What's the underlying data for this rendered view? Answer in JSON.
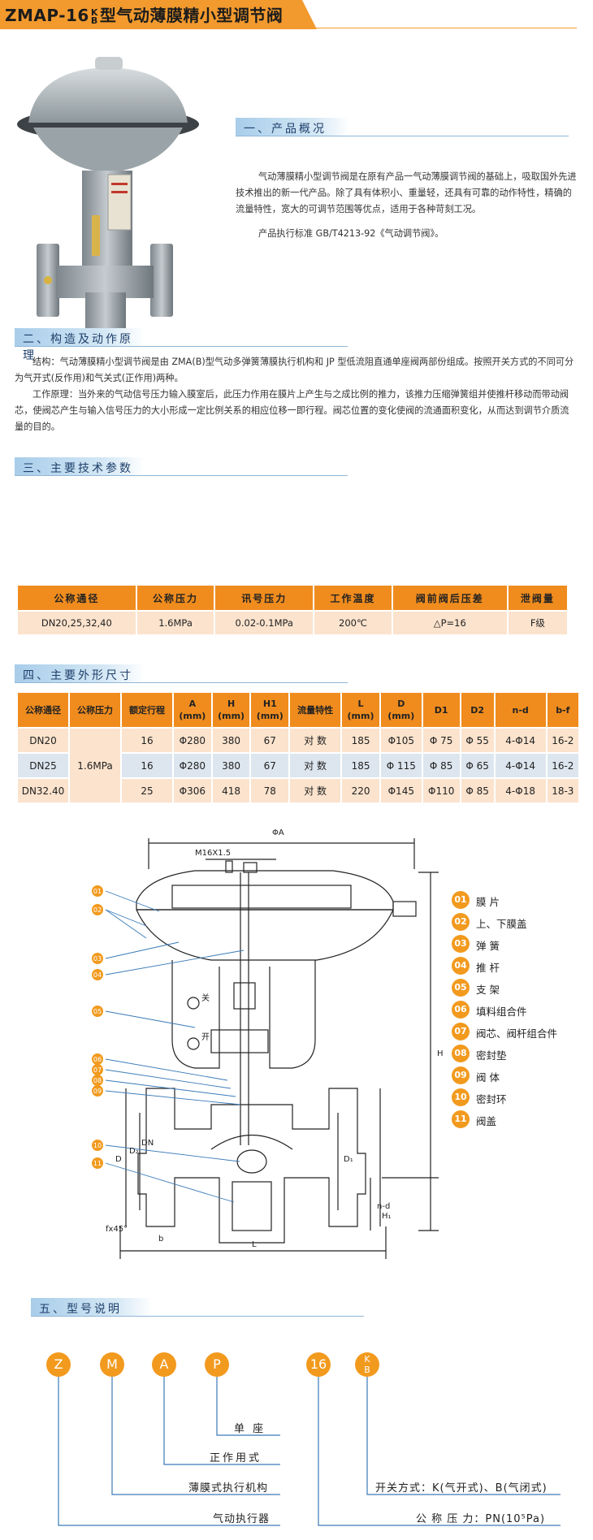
{
  "header": {
    "title_prefix": "ZMAP-16",
    "title_top": "K",
    "title_bottom": "B",
    "title_suffix": "型气动薄膜精小型调节阀"
  },
  "section1": {
    "title": "一、产品概况",
    "para1": "气动薄膜精小型调节阀是在原有产品一气动薄膜调节阀的基础上，吸取国外先进技术推出的新一代产品。除了具有体积小、重量轻，还具有可靠的动作特性，精确的流量特性，宽大的可调节范围等优点，适用于各种苛刻工况。",
    "para2": "产品执行标准 GB/T4213-92《气动调节阀》。"
  },
  "section2": {
    "title": "二、构造及动作原理",
    "para1": "结构：气动薄膜精小型调节阀是由 ZMA(B)型气动多弹簧薄膜执行机构和 JP 型低流阻直通单座阀两部份组成。按照开关方式的不同可分为气开式(反作用)和气关式(正作用)两种。",
    "para2": "工作原理：当外来的气动信号压力输入膜室后，此压力作用在膜片上产生与之成比例的推力，该推力压缩弹簧组并使推杆移动而带动阀芯，使阀芯产生与输入信号压力的大小形成一定比例关系的相应位移一即行程。阀芯位置的变化使阀的流通面积变化，从而达到调节介质流量的目的。"
  },
  "section3": {
    "title": "三、主要技术参数",
    "headers": [
      "公称通径",
      "公称压力",
      "讯号压力",
      "工作温度",
      "阀前阀后压差",
      "泄阀量"
    ],
    "row": [
      "DN20,25,32,40",
      "1.6MPa",
      "0.02-0.1MPa",
      "200℃",
      "△P=16",
      "F级"
    ]
  },
  "section4": {
    "title": "四、主要外形尺寸",
    "headers": [
      "公称通径",
      "公称压力",
      "额定行程",
      "A\n(mm)",
      "H\n(mm)",
      "H1\n(mm)",
      "流量特性",
      "L\n(mm)",
      "D\n(mm)",
      "D1",
      "D2",
      "n-d",
      "b-f"
    ],
    "pressure": "1.6MPa",
    "rows": [
      [
        "DN20",
        "16",
        "Φ280",
        "380",
        "67",
        "对 数",
        "185",
        "Φ105",
        "Φ 75",
        "Φ 55",
        "4-Φ14",
        "16-2"
      ],
      [
        "DN25",
        "16",
        "Φ280",
        "380",
        "67",
        "对 数",
        "185",
        "Φ 115",
        "Φ 85",
        "Φ 65",
        "4-Φ14",
        "16-2"
      ],
      [
        "DN32.40",
        "25",
        "Φ306",
        "418",
        "78",
        "对 数",
        "220",
        "Φ145",
        "Φ110",
        "Φ 85",
        "4-Φ18",
        "18-3"
      ]
    ]
  },
  "drawing": {
    "label_phiA": "ΦA",
    "label_m16": "M16X1.5",
    "label_H": "H",
    "label_H1": "H₁",
    "label_D": "D",
    "label_D1": "D₁",
    "label_D2": "D₂",
    "label_DN": "DN",
    "label_L": "L",
    "label_b": "b",
    "label_fx45": "fx45°",
    "label_nd": "n-d",
    "label_guan": "关",
    "label_kai": "开",
    "callouts": [
      "01",
      "02",
      "03",
      "04",
      "05",
      "06",
      "07",
      "08",
      "09",
      "10",
      "11"
    ]
  },
  "legend": [
    {
      "num": "01",
      "text": "膜 片"
    },
    {
      "num": "02",
      "text": "上、下膜盖"
    },
    {
      "num": "03",
      "text": "弹 簧"
    },
    {
      "num": "04",
      "text": "推 杆"
    },
    {
      "num": "05",
      "text": "支 架"
    },
    {
      "num": "06",
      "text": "填料组合件"
    },
    {
      "num": "07",
      "text": "阀芯、阀杆组合件"
    },
    {
      "num": "08",
      "text": "密封垫"
    },
    {
      "num": "09",
      "text": "阀 体"
    },
    {
      "num": "10",
      "text": "密封环"
    },
    {
      "num": "11",
      "text": "阀盖"
    }
  ],
  "section5": {
    "title": "五、型号说明",
    "letters": [
      "Z",
      "M",
      "A",
      "P"
    ],
    "code": "16",
    "code_k": "K",
    "code_b": "B",
    "labels": {
      "single_seat": "单  座",
      "direct": "正作用式",
      "diaphragm": "薄膜式执行机构",
      "pneumatic": "气动执行器",
      "switch": "开关方式：K(气开式)、B(气闭式)",
      "pressure": "公 称 压 力：PN(10⁵Pa)"
    }
  },
  "colors": {
    "orange": "#f08c1e",
    "blue_bar": "#a8cdea",
    "cell_orange": "#fbe3cd",
    "cell_blue": "#dde6ef"
  }
}
